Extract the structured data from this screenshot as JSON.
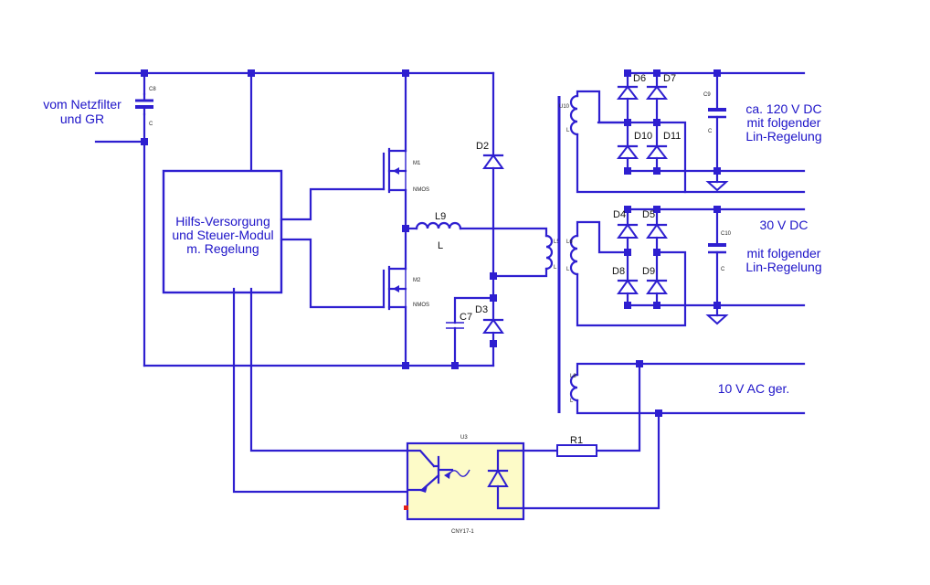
{
  "labels": {
    "input": [
      "vom Netzfilter",
      "und GR"
    ],
    "module": [
      "Hilfs-Versorgung",
      "und Steuer-Modul",
      "m. Regelung"
    ],
    "out120": [
      "ca. 120 V DC",
      "mit folgender",
      "Lin-Regelung"
    ],
    "out30": [
      "30 V DC",
      "mit folgender",
      "Lin-Regelung"
    ],
    "out10": "10 V AC ger."
  },
  "components": {
    "C8": "C8",
    "C8_val": "C",
    "M1": "M1",
    "M1_type": "NMOS",
    "M2": "M2",
    "M2_type": "NMOS",
    "L9": "L9",
    "L9_val": "L",
    "D2": "D2",
    "D3": "D3",
    "C7": "C7",
    "L5": "L5",
    "L5_val": "L",
    "U10": "U10",
    "U10_val": "L",
    "L6": "L6",
    "L6_val": "L",
    "L8": "L8",
    "L8_val": "L",
    "D6": "D6",
    "D7": "D7",
    "D10": "D10",
    "D11": "D11",
    "D4": "D4",
    "D5": "D5",
    "D8": "D8",
    "D9": "D9",
    "C9": "C9",
    "C9_val": "C",
    "C10": "C10",
    "C10_val": "C",
    "R1": "R1",
    "U3": "U3",
    "U3_part": "CNY17-1"
  },
  "colors": {
    "wire": "#2e1fd0",
    "optocoupler_fill": "#fdfbc8",
    "marker": "#e0201a"
  }
}
